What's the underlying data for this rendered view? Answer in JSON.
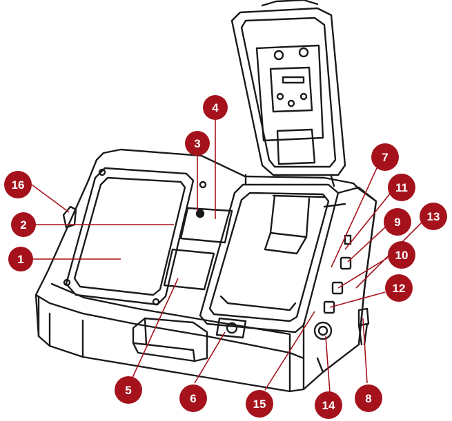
{
  "colors": {
    "callout_fill": "#a5121c",
    "callout_text": "#ffffff",
    "line_art": "#1a1a1a",
    "leader": "#a5121c",
    "background": "#ffffff"
  },
  "callouts": [
    {
      "id": "c16",
      "label": "16"
    },
    {
      "id": "c2",
      "label": "2"
    },
    {
      "id": "c1",
      "label": "1"
    },
    {
      "id": "c3",
      "label": "3"
    },
    {
      "id": "c4",
      "label": "4"
    },
    {
      "id": "c5",
      "label": "5"
    },
    {
      "id": "c6",
      "label": "6"
    },
    {
      "id": "c15",
      "label": "15"
    },
    {
      "id": "c14",
      "label": "14"
    },
    {
      "id": "c8",
      "label": "8"
    },
    {
      "id": "c7",
      "label": "7"
    },
    {
      "id": "c11",
      "label": "11"
    },
    {
      "id": "c9",
      "label": "9"
    },
    {
      "id": "c13",
      "label": "13"
    },
    {
      "id": "c10",
      "label": "10"
    },
    {
      "id": "c12",
      "label": "12"
    }
  ]
}
